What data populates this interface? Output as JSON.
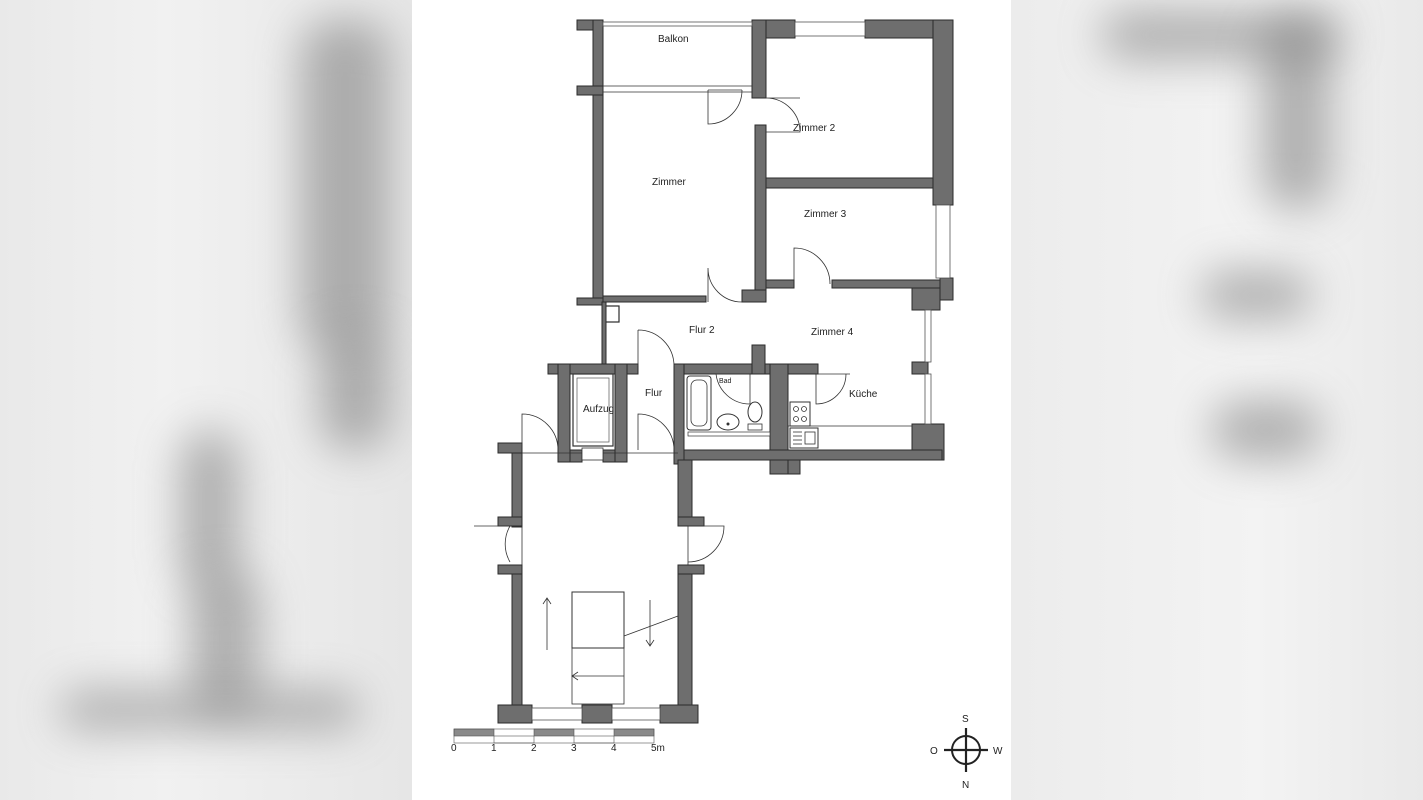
{
  "rooms": {
    "balkon": "Balkon",
    "zimmer": "Zimmer",
    "zimmer2": "Zimmer 2",
    "zimmer3": "Zimmer 3",
    "zimmer4": "Zimmer 4",
    "flur2": "Flur 2",
    "flur": "Flur",
    "aufzug": "Aufzug",
    "bad": "Bad",
    "kueche": "Küche"
  },
  "scale": {
    "labels": [
      "0",
      "1",
      "2",
      "3",
      "4",
      "5m"
    ]
  },
  "compass": {
    "north": "N",
    "south": "S",
    "east": "O",
    "west": "W"
  }
}
